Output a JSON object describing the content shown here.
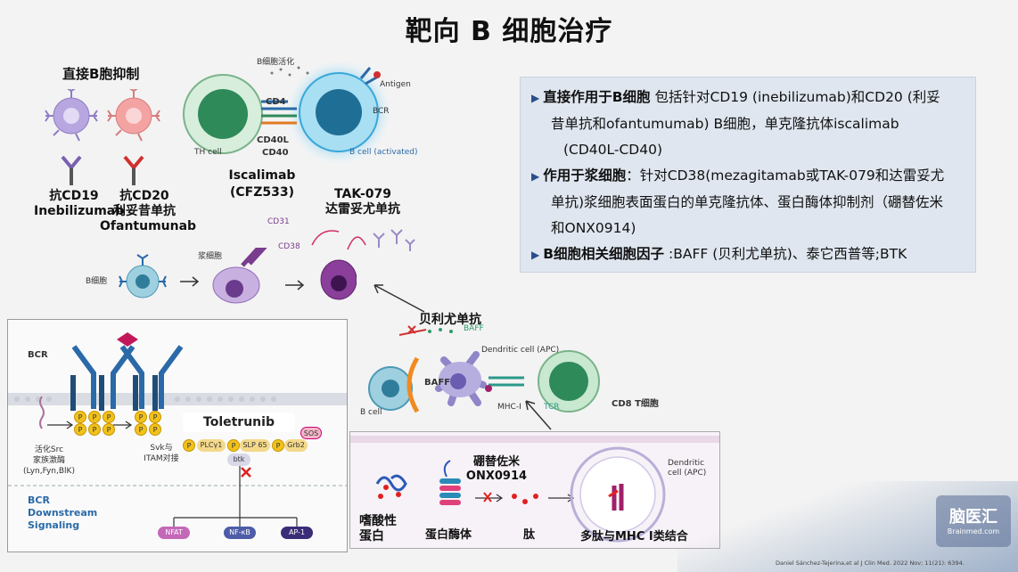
{
  "title": "靶向 B 细胞治疗",
  "left_section": {
    "heading": "直接B胞抑制",
    "drug1_line1": "抗CD19",
    "drug1_line2": "Inebilizumab",
    "drug2_line1": "抗CD20",
    "drug2_line2": "利妥昔单抗",
    "drug2_line3": "Ofantumunab",
    "bcell_label": "B细胞",
    "plasma_label": "浆细胞",
    "cd31": "CD31",
    "cd38": "CD38",
    "tak_line1": "TAK-079",
    "tak_line2": "达雷妥尤单抗"
  },
  "top_diagram": {
    "activation": "B细胞活化",
    "cd4": "CD4",
    "antigen": "Antigen",
    "bcr": "BCR",
    "cd40l": "CD40L",
    "cd40": "CD40",
    "th_cell": "TH cell",
    "b_cell_activated": "B cell (activated)",
    "drug_line1": "Iscalimab",
    "drug_line2": "(CFZ533)"
  },
  "info_box": {
    "p1_bold": "直接作用于B细胞",
    "p1_text": " 包括针对CD19 (inebilizumab)和CD20 (利妥",
    "p1_line2": "昔单抗和ofantumumab) B细胞，单克隆抗体iscalimab",
    "p1_line3": "(CD40L-CD40)",
    "p2_bold": "作用于浆细胞",
    "p2_text": "：针对CD38(mezagitamab或TAK-079和达雷妥尤",
    "p2_line2": "单抗)浆细胞表面蛋白的单克隆抗体、蛋白酶体抑制剂（硼替佐米",
    "p2_line3": "和ONX0914)",
    "p3_bold": "B细胞相关细胞因子",
    "p3_text": " :BAFF (贝利尤单抗)、泰它西普等;BTK"
  },
  "bcr_panel": {
    "bcr": "BCR",
    "src_line1": "活化Src",
    "src_line2": "家族激酶",
    "src_line3": "(Lyn,Fyn,BlK)",
    "svk_line1": "Svk与",
    "svk_line2": "ITAM对接",
    "drug": "Toletrunib",
    "plcy": "PLCγ1",
    "slp65": "SLP 65",
    "btk": "btk",
    "grb2": "Grb2",
    "sos": "SOS",
    "downstream_line1": "BCR",
    "downstream_line2": "Downstream",
    "downstream_line3": "Signaling",
    "nfat": "NFAT",
    "nfkb": "NF-κB",
    "ap1": "AP-1",
    "p": "P"
  },
  "belimumab": {
    "drug": "贝利尤单抗",
    "baff_small": "BAFF",
    "baff": "BAFF",
    "dc": "Dendritic cell (APC)",
    "b_cell": "B cell",
    "mhc": "MHC-I",
    "tcr": "TCR",
    "cd8": "CD8 T细胞"
  },
  "proteasome_panel": {
    "drug_line1": "硼替佐米",
    "drug_line2": "ONX0914",
    "dc_line1": "Dendritic",
    "dc_line2": "cell (APC)",
    "protein_line1": "嗜酸性",
    "protein_line2": "蛋白",
    "proteasome": "蛋白酶体",
    "peptide": "肽",
    "mhc_binding": "多肽与MHC I类结合"
  },
  "logo": {
    "name": "脑医汇",
    "url": "Brainmed.com"
  },
  "citation": "Daniel Sánchez-Tejerina,et al J Clin Med. 2022 Nov; 11(21): 6394.",
  "colors": {
    "accent": "#2a4e8c",
    "bcr_blue": "#2a6aa8",
    "plasma_purple": "#7a3c8e",
    "phospho_yellow": "#f2c21b",
    "inhibit_red": "#e02020"
  }
}
